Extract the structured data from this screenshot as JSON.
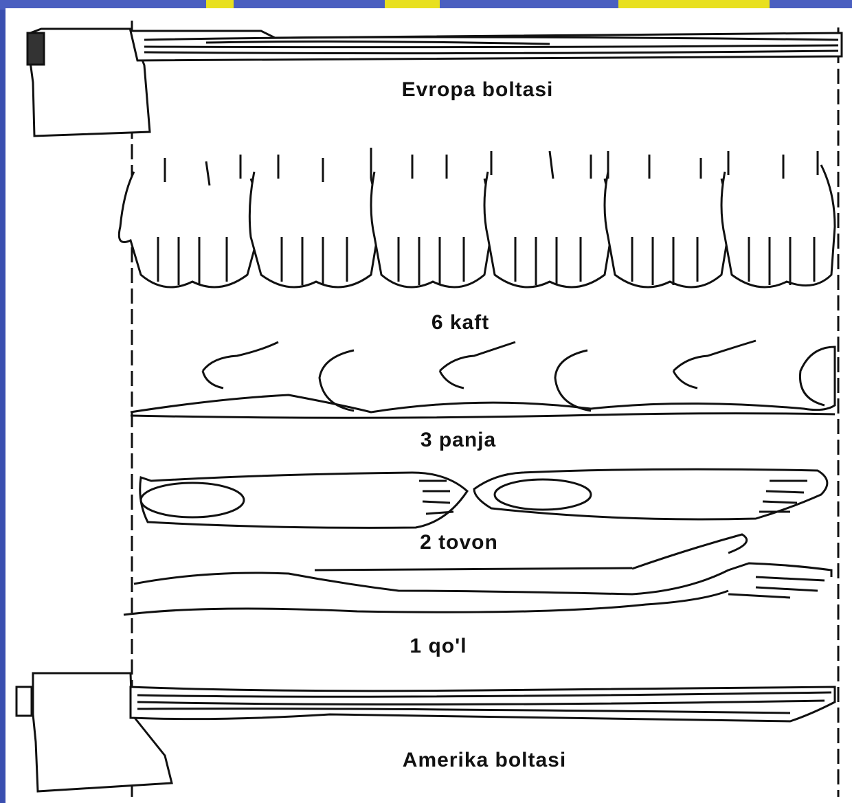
{
  "labels": {
    "europe_axe": "Evropa boltasi",
    "palms": "6 kaft",
    "fingers": "3 panja",
    "heels": "2 tovon",
    "forearm": "1 qo'l",
    "american_axe": "Amerika boltasi"
  },
  "colors": {
    "slide_background": "#4a5fc0",
    "title_accent": "#e8e020",
    "ink": "#111111"
  },
  "counts": {
    "palms": 6,
    "fingers": 3,
    "heels": 2,
    "forearm": 1
  }
}
